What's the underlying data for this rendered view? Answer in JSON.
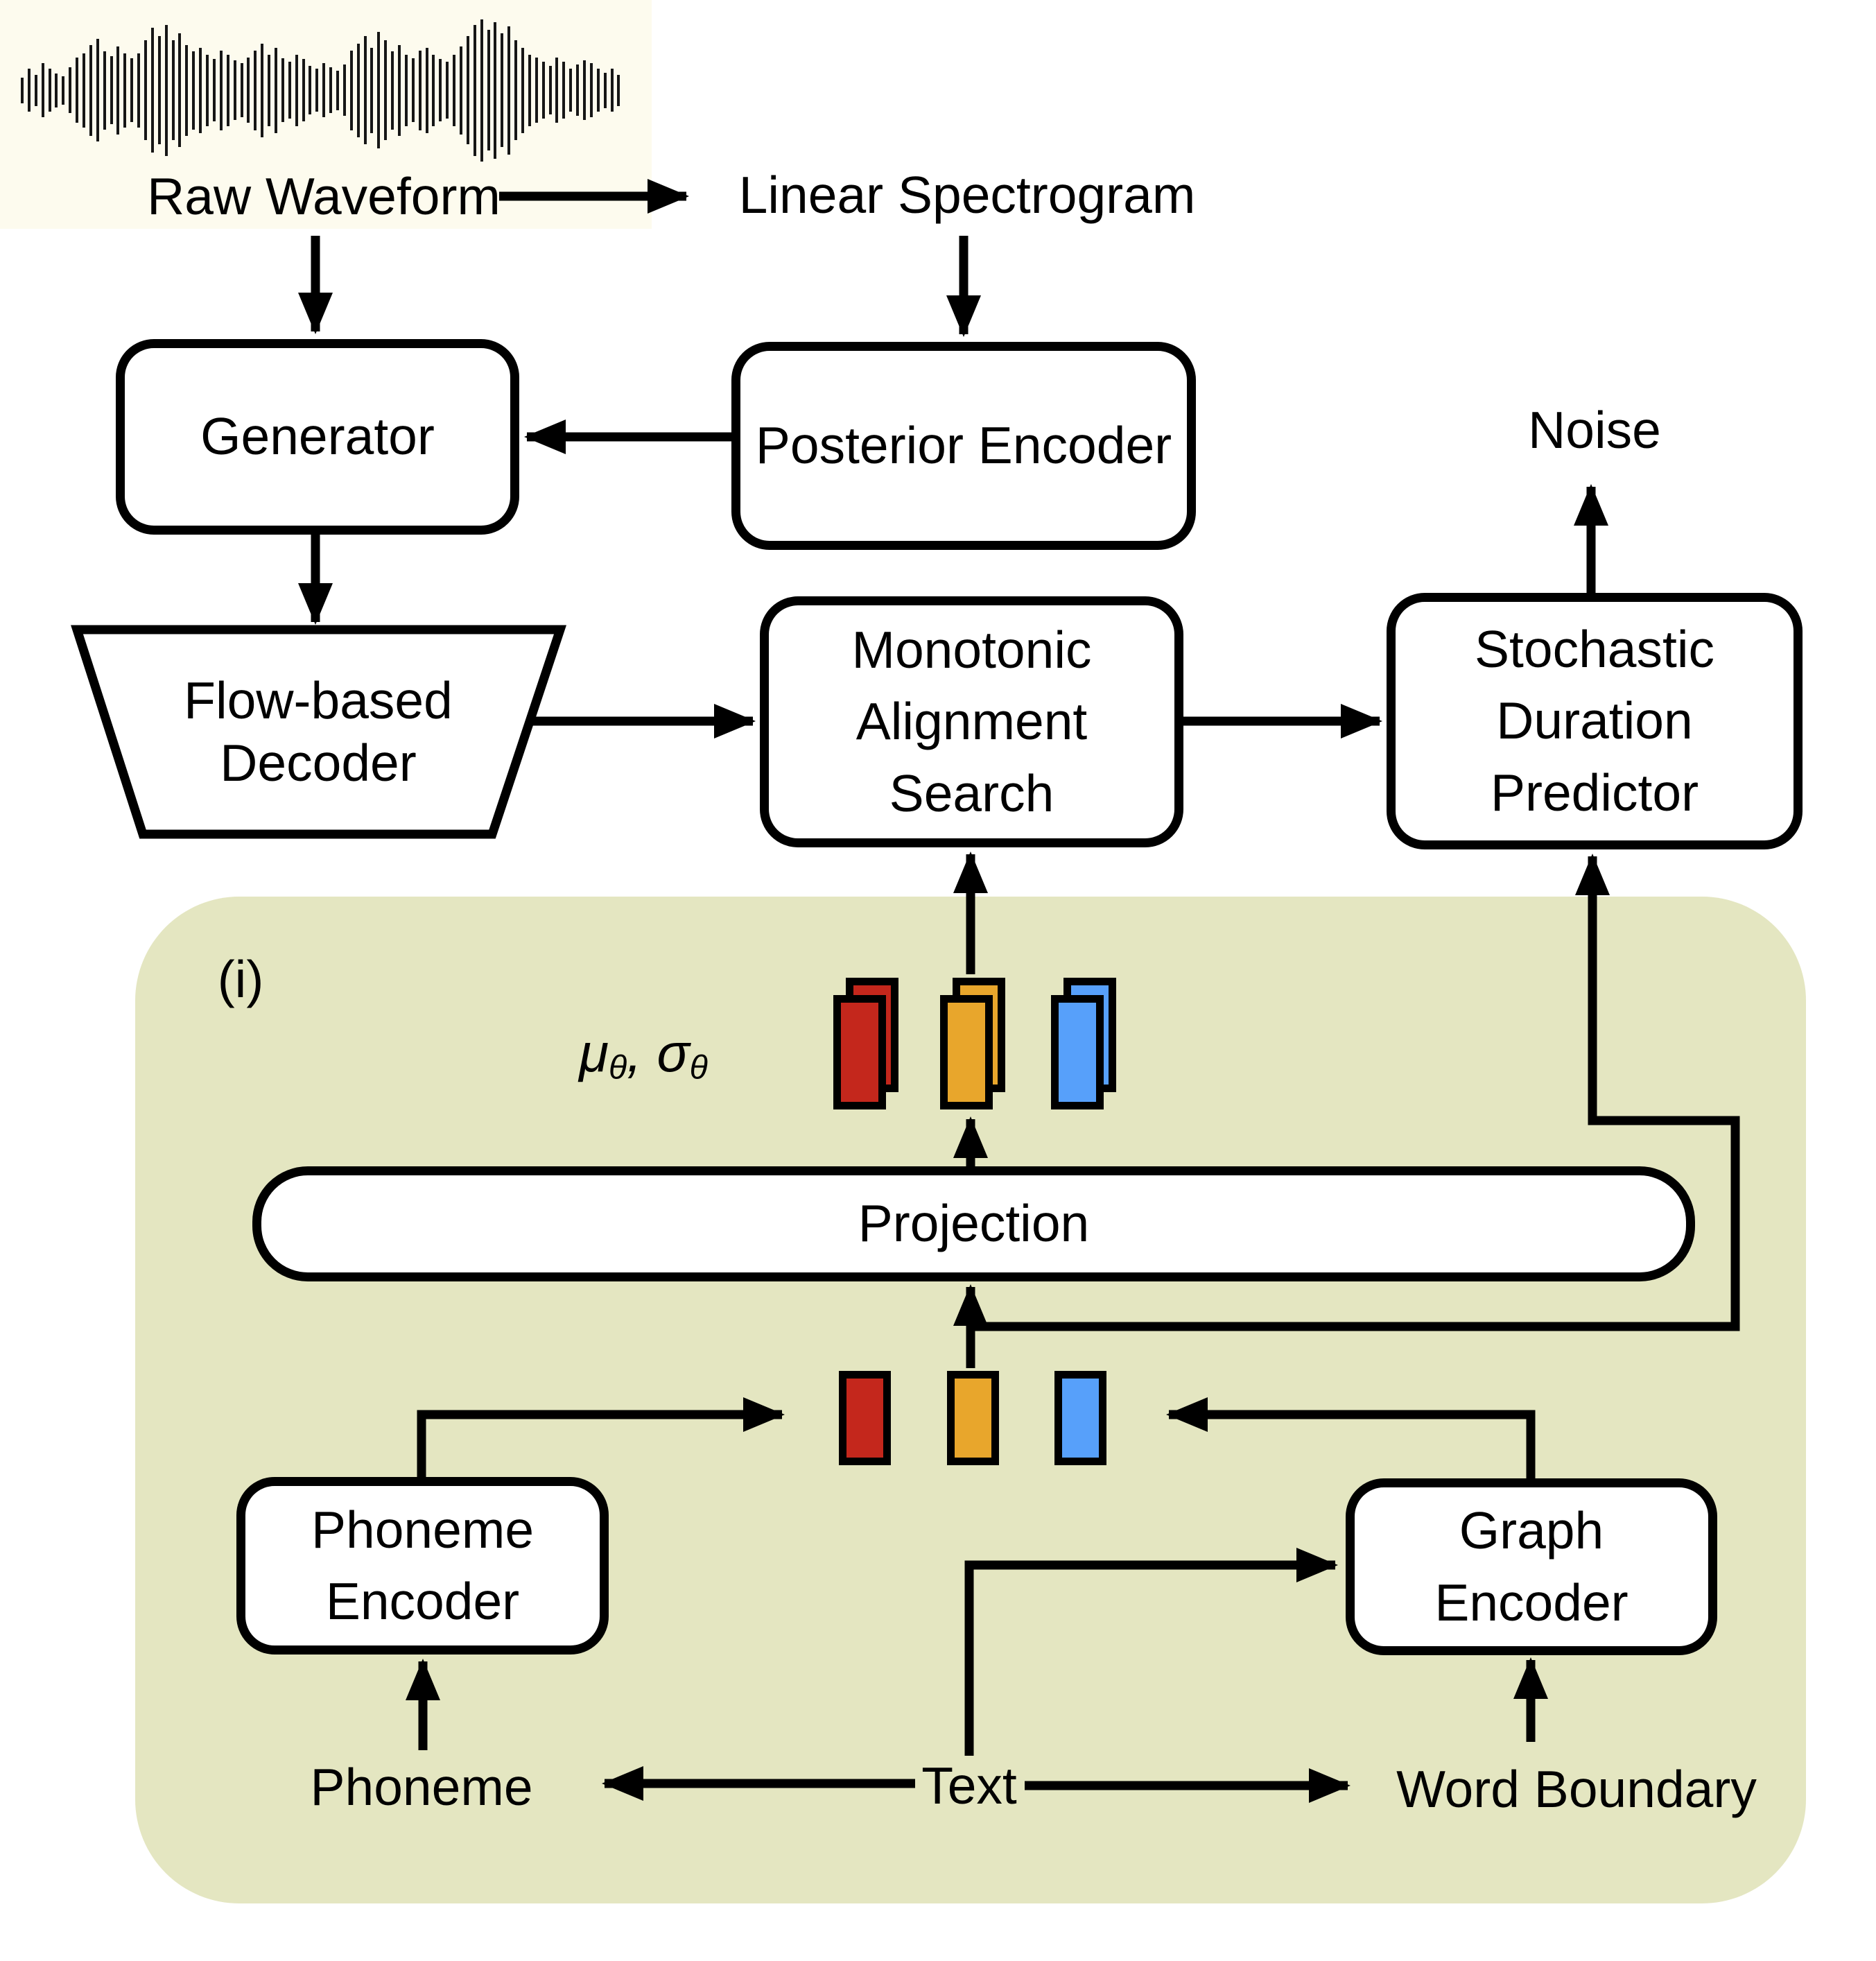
{
  "palette": {
    "stroke": "#000000",
    "box_fill": "#ffffff",
    "panel_green": "#e4e6c1",
    "token_red": "#c4271c",
    "token_orange": "#e8a62c",
    "token_blue": "#57a0fa"
  },
  "labels": {
    "raw_waveform": "Raw Waveform",
    "linear_spectrogram": "Linear Spectrogram",
    "generator": "Generator",
    "posterior_encoder": "Posterior Encoder",
    "flow_decoder": "Flow-based Decoder",
    "monotonic_alignment_search": "Monotonic Alignment Search",
    "stochastic_duration_predictor": "Stochastic Duration Predictor",
    "noise": "Noise",
    "panel_index": "(i)",
    "projection": "Projection",
    "phoneme_encoder": "Phoneme Encoder",
    "graph_encoder": "Graph Encoder",
    "phoneme": "Phoneme",
    "text": "Text",
    "word_boundary": "Word Boundary"
  },
  "mu_sigma": {
    "mu": "μ",
    "mu_sub": "θ",
    "separator": ", ",
    "sigma": "σ",
    "sigma_sub": "θ"
  },
  "tokens": {
    "stacked_pairs": [
      "token_red",
      "token_orange",
      "token_blue"
    ],
    "single_row": [
      "token_red",
      "token_orange",
      "token_blue"
    ]
  },
  "waveform": {
    "bars": [
      0.18,
      0.3,
      0.22,
      0.38,
      0.3,
      0.24,
      0.2,
      0.32,
      0.46,
      0.52,
      0.64,
      0.72,
      0.55,
      0.48,
      0.62,
      0.52,
      0.45,
      0.52,
      0.7,
      0.88,
      0.76,
      0.92,
      0.7,
      0.8,
      0.64,
      0.55,
      0.6,
      0.5,
      0.44,
      0.56,
      0.5,
      0.42,
      0.38,
      0.46,
      0.56,
      0.66,
      0.5,
      0.6,
      0.45,
      0.4,
      0.5,
      0.44,
      0.34,
      0.3,
      0.38,
      0.32,
      0.28,
      0.36,
      0.56,
      0.66,
      0.76,
      0.6,
      0.82,
      0.7,
      0.55,
      0.64,
      0.5,
      0.45,
      0.56,
      0.6,
      0.5,
      0.44,
      0.4,
      0.5,
      0.62,
      0.76,
      0.92,
      1.0,
      0.85,
      0.96,
      0.8,
      0.9,
      0.7,
      0.6,
      0.5,
      0.46,
      0.4,
      0.34,
      0.46,
      0.4,
      0.3,
      0.36,
      0.42,
      0.38,
      0.3,
      0.25,
      0.3,
      0.22
    ]
  }
}
